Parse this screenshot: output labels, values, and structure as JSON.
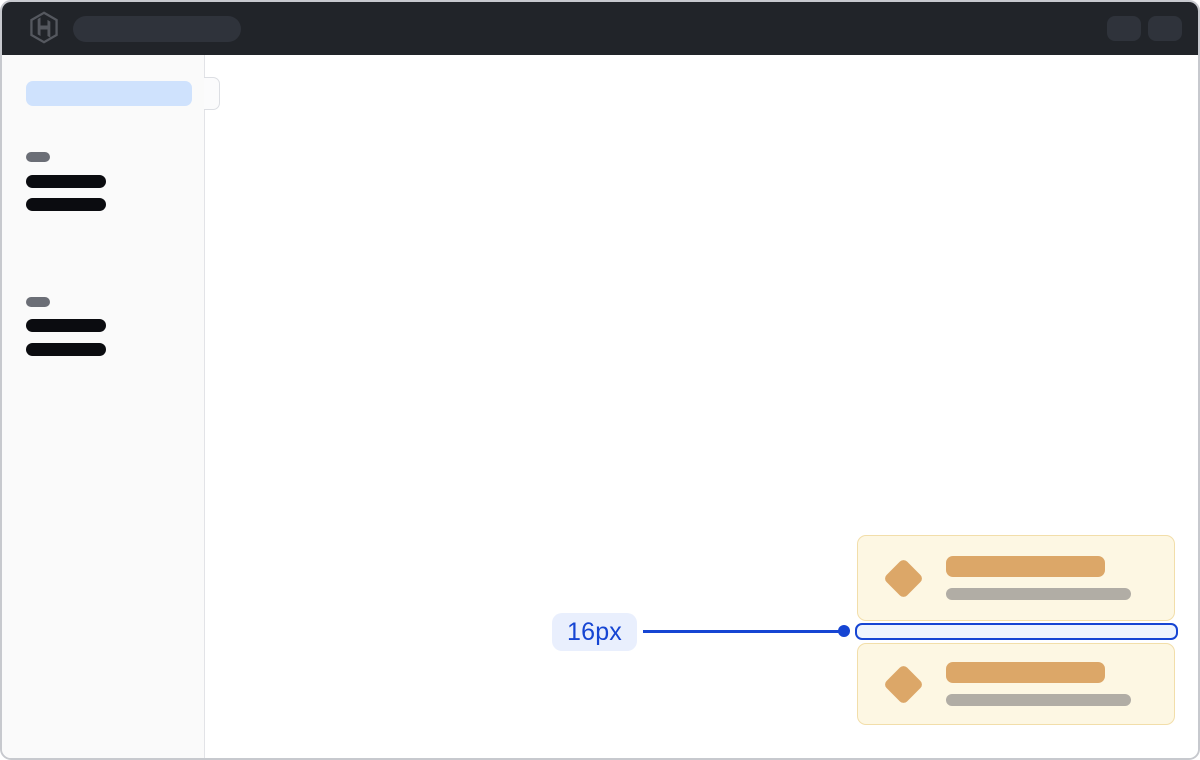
{
  "annotation": {
    "label": "16px",
    "color": "#1645d3",
    "pill_bg": "#e9effd",
    "highlight_fill": "#eef4fd",
    "meaning": "vertical spacing between stacked toasts"
  },
  "topbar": {
    "logo_icon": "hashicorp-logo-icon",
    "bg": "#212429",
    "skeleton_color": "#2f333b",
    "search_skeleton": true,
    "action_skeletons": 2
  },
  "sidebar": {
    "bg": "#fafafa",
    "active_item_color": "#cfe2fd",
    "active_item_skeleton": true,
    "collapse_toggle": true,
    "sections": [
      {
        "label_skeleton": true,
        "item_skeletons": 2
      },
      {
        "label_skeleton": true,
        "item_skeletons": 2
      }
    ],
    "label_color": "#6b6e76",
    "item_color": "#0b0c10"
  },
  "toasts": [
    {
      "icon": "diamond-icon",
      "title_skeleton": true,
      "text_skeleton": true
    },
    {
      "icon": "diamond-icon",
      "title_skeleton": true,
      "text_skeleton": true
    }
  ],
  "toast_colors": {
    "bg": "#fdf7e3",
    "border": "#f2deaa",
    "accent": "#dca768",
    "text_skeleton": "#b1ada5"
  },
  "window": {
    "border_color": "#c7c9ce"
  }
}
